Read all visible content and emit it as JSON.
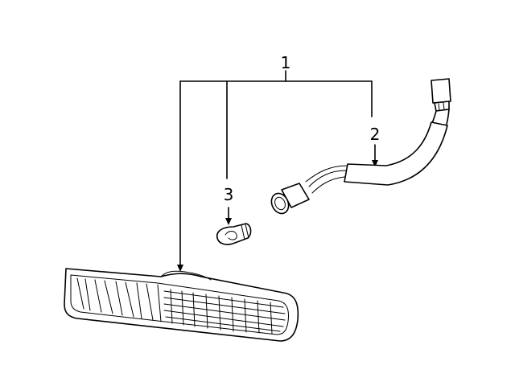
{
  "callouts": {
    "assembly": "1",
    "socket_harness": "2",
    "bulb": "3"
  },
  "colors": {
    "line": "#000000",
    "background": "#ffffff"
  }
}
